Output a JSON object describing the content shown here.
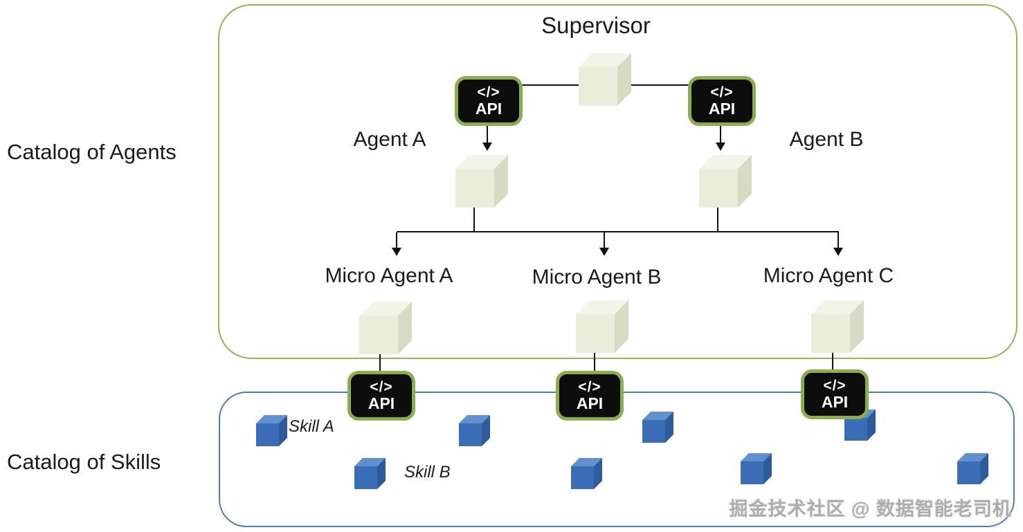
{
  "labels": {
    "supervisor": "Supervisor",
    "catalog_agents": "Catalog of Agents",
    "catalog_skills": "Catalog of Skills",
    "agent_a": "Agent A",
    "agent_b": "Agent B",
    "micro_agent_a": "Micro Agent A",
    "micro_agent_b": "Micro Agent B",
    "micro_agent_c": "Micro Agent C",
    "skill_a": "Skill A",
    "skill_b": "Skill B"
  },
  "api_badge": {
    "icon": "</>",
    "label": "API"
  },
  "watermark": "掘金技术社区 @ 数据智能老司机",
  "colors": {
    "agents_box_border": "#a3ab58",
    "skills_box_border": "#4f7ab2",
    "api_border_green": "#8cad4c",
    "api_bg": "#0d0d0d",
    "agent_cube_front": "#e9edda",
    "agent_cube_top": "#f1f4e6",
    "agent_cube_side": "#d6dcc3",
    "skill_cube_front": "#3a6db5",
    "skill_cube_top": "#6090ce",
    "skill_cube_side": "#2d5b9b"
  }
}
